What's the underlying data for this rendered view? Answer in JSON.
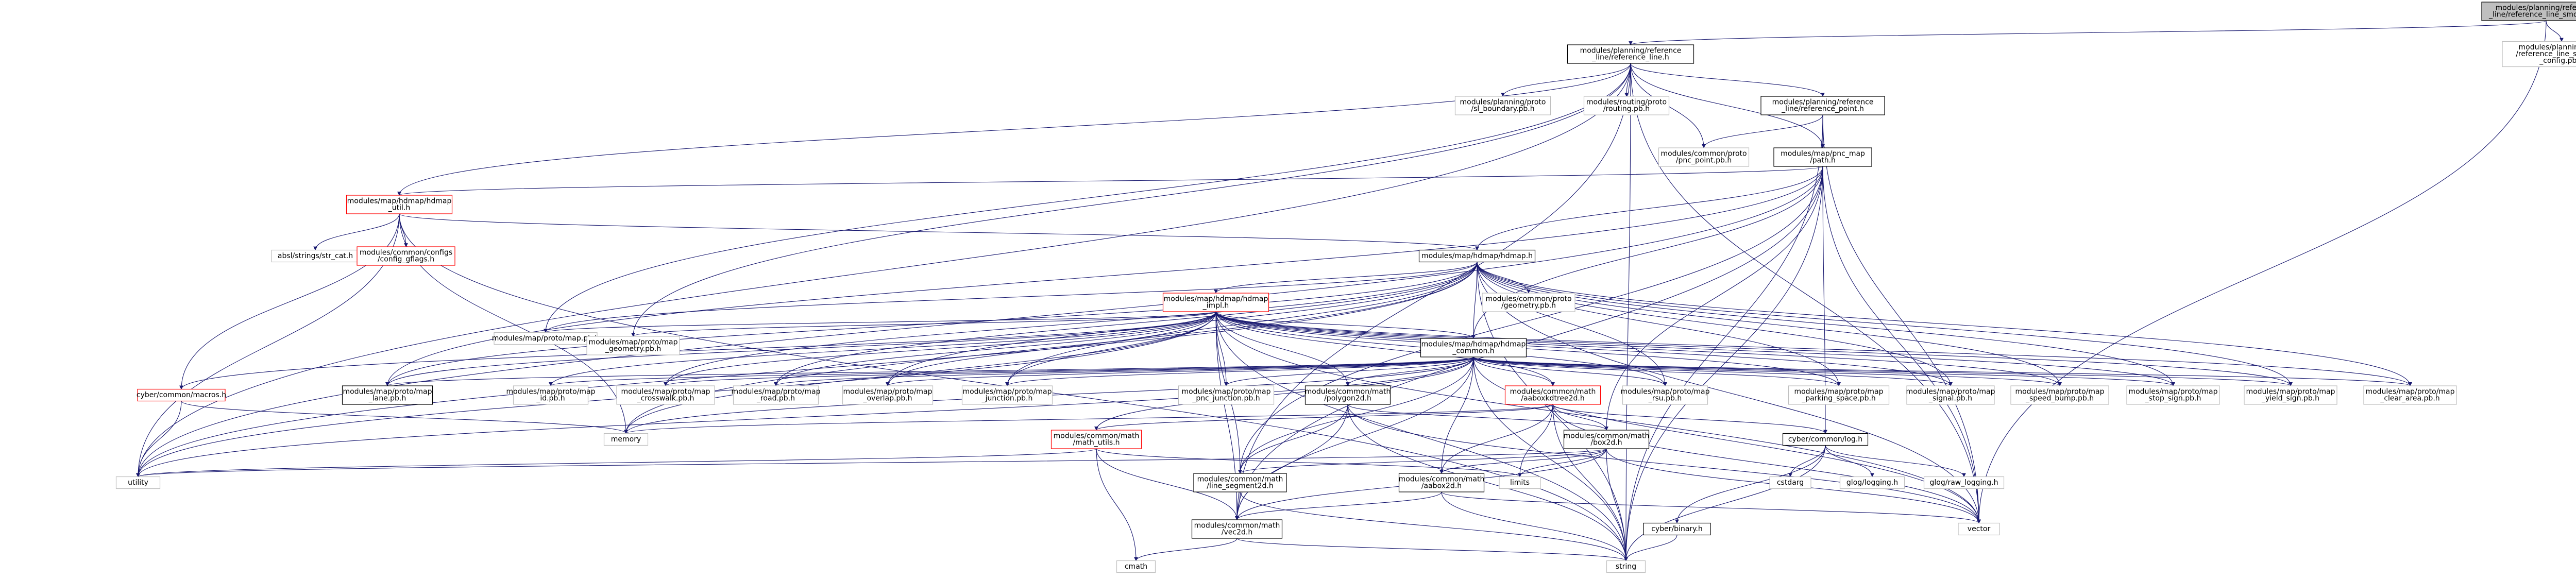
{
  "nodes": {
    "root": {
      "lines": [
        "modules/planning/reference",
        "_line/reference_line_smoother.h"
      ]
    },
    "reference_line": {
      "lines": [
        "modules/planning/reference",
        "_line/reference_line.h"
      ]
    },
    "smoother_config": {
      "lines": [
        "modules/planning/proto",
        "/reference_line_smoother",
        "_config.pb.h"
      ]
    },
    "sl_boundary": {
      "lines": [
        "modules/planning/proto",
        "/sl_boundary.pb.h"
      ]
    },
    "routing": {
      "lines": [
        "modules/routing/proto",
        "/routing.pb.h"
      ]
    },
    "reference_point": {
      "lines": [
        "modules/planning/reference",
        "_line/reference_point.h"
      ]
    },
    "pnc_point_pb": {
      "lines": [
        "modules/common/proto",
        "/pnc_point.pb.h"
      ]
    },
    "path_h": {
      "lines": [
        "modules/map/pnc_map",
        "/path.h"
      ]
    },
    "hdmap_util": {
      "lines": [
        "modules/map/hdmap/hdmap",
        "_util.h"
      ]
    },
    "str_cat": {
      "lines": [
        "absl/strings/str_cat.h"
      ]
    },
    "config_gflags": {
      "lines": [
        "modules/common/configs",
        "/config_gflags.h"
      ]
    },
    "hdmap_h": {
      "lines": [
        "modules/map/hdmap/hdmap.h"
      ]
    },
    "geometry_pb": {
      "lines": [
        "modules/common/proto",
        "/geometry.pb.h"
      ]
    },
    "hdmap_impl": {
      "lines": [
        "modules/map/hdmap/hdmap",
        "_impl.h"
      ]
    },
    "map_pb": {
      "lines": [
        "modules/map/proto/map.pb.h"
      ]
    },
    "map_geometry_pb": {
      "lines": [
        "modules/map/proto/map",
        "_geometry.pb.h"
      ]
    },
    "hdmap_common": {
      "lines": [
        "modules/map/hdmap/hdmap",
        "_common.h"
      ]
    },
    "macros": {
      "lines": [
        "cyber/common/macros.h"
      ]
    },
    "lane_pb": {
      "lines": [
        "modules/map/proto/map",
        "_lane.pb.h"
      ]
    },
    "id_pb": {
      "lines": [
        "modules/map/proto/map",
        "_id.pb.h"
      ]
    },
    "crosswalk_pb": {
      "lines": [
        "modules/map/proto/map",
        "_crosswalk.pb.h"
      ]
    },
    "road_pb": {
      "lines": [
        "modules/map/proto/map",
        "_road.pb.h"
      ]
    },
    "overlap_pb": {
      "lines": [
        "modules/map/proto/map",
        "_overlap.pb.h"
      ]
    },
    "junction_pb": {
      "lines": [
        "modules/map/proto/map",
        "_junction.pb.h"
      ]
    },
    "pnc_junction_pb": {
      "lines": [
        "modules/map/proto/map",
        "_pnc_junction.pb.h"
      ]
    },
    "polygon2d": {
      "lines": [
        "modules/common/math",
        "/polygon2d.h"
      ]
    },
    "aabox_tree": {
      "lines": [
        "modules/common/math",
        "/aaboxkdtree2d.h"
      ]
    },
    "rsu_pb": {
      "lines": [
        "modules/map/proto/map",
        "_rsu.pb.h"
      ]
    },
    "parking_pb": {
      "lines": [
        "modules/map/proto/map",
        "_parking_space.pb.h"
      ]
    },
    "signal_pb": {
      "lines": [
        "modules/map/proto/map",
        "_signal.pb.h"
      ]
    },
    "speed_bump_pb": {
      "lines": [
        "modules/map/proto/map",
        "_speed_bump.pb.h"
      ]
    },
    "stop_sign_pb": {
      "lines": [
        "modules/map/proto/map",
        "_stop_sign.pb.h"
      ]
    },
    "yield_sign_pb": {
      "lines": [
        "modules/map/proto/map",
        "_yield_sign.pb.h"
      ]
    },
    "clear_area_pb": {
      "lines": [
        "modules/map/proto/map",
        "_clear_area.pb.h"
      ]
    },
    "memory": {
      "lines": [
        "memory"
      ]
    },
    "math_utils": {
      "lines": [
        "modules/common/math",
        "/math_utils.h"
      ]
    },
    "box2d": {
      "lines": [
        "modules/common/math",
        "/box2d.h"
      ]
    },
    "log_h": {
      "lines": [
        "cyber/common/log.h"
      ]
    },
    "utility": {
      "lines": [
        "utility"
      ]
    },
    "line_segment": {
      "lines": [
        "modules/common/math",
        "/line_segment2d.h"
      ]
    },
    "limits": {
      "lines": [
        "limits"
      ]
    },
    "aabox2d": {
      "lines": [
        "modules/common/math",
        "/aabox2d.h"
      ]
    },
    "cstdarg": {
      "lines": [
        "cstdarg"
      ]
    },
    "glog": {
      "lines": [
        "glog/logging.h"
      ]
    },
    "glog_raw": {
      "lines": [
        "glog/raw_logging.h"
      ]
    },
    "vec2d": {
      "lines": [
        "modules/common/math",
        "/vec2d.h"
      ]
    },
    "binary": {
      "lines": [
        "cyber/binary.h"
      ]
    },
    "vector": {
      "lines": [
        "vector"
      ]
    },
    "cmath": {
      "lines": [
        "cmath"
      ]
    },
    "string": {
      "lines": [
        "string"
      ]
    }
  }
}
